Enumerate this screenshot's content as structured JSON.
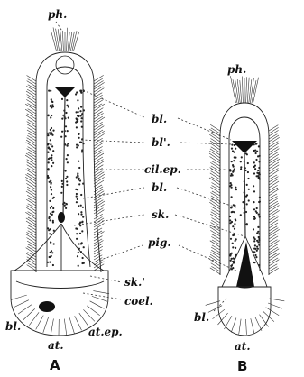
{
  "figure_a": {
    "letter": "A",
    "labels": {
      "ph": "ph.",
      "sk_prime": "sk.'",
      "coel": "coel.",
      "bl": "bl.",
      "at": "at.",
      "at_ep": "at.ep."
    }
  },
  "figure_b": {
    "letter": "B",
    "labels": {
      "ph": "ph.",
      "bl": "bl.",
      "at": "at."
    }
  },
  "center_labels": {
    "bl_1": "bl.",
    "bl_prime": "bl'.",
    "cil_ep": "cil.ep.",
    "bl_2": "bl.",
    "sk": "sk.",
    "pig": "pig."
  }
}
